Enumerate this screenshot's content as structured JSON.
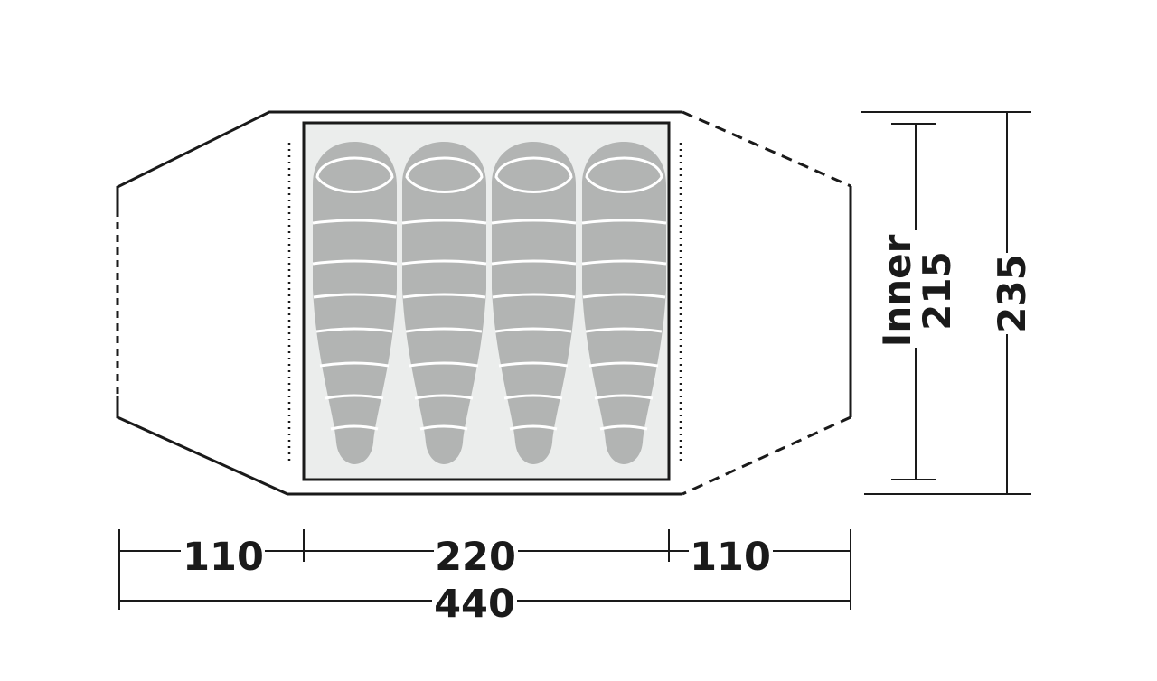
{
  "diagram": {
    "labels": {
      "left_vestibule": "110",
      "inner_length": "220",
      "right_vestibule": "110",
      "total_length": "440",
      "inner_word": "Inner",
      "inner_width": "215",
      "total_width": "235"
    },
    "sleeping_bags": {
      "count": 4
    },
    "colors": {
      "outline": "#1a1a1a",
      "inner_fill": "#ebedec",
      "bag_fill": "#b2b4b3",
      "bag_stitch": "#ffffff",
      "background": "#ffffff"
    }
  }
}
